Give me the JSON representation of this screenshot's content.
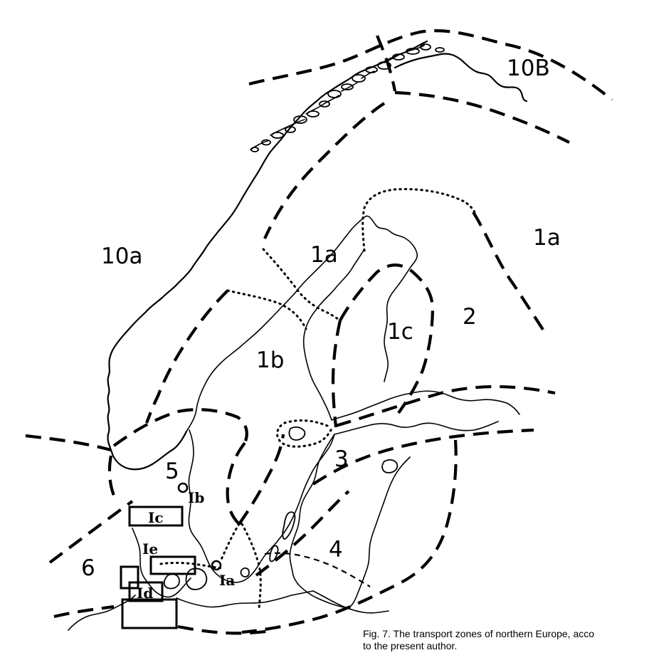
{
  "zone_labels": {
    "z10b": "10B",
    "z10a": "10a",
    "z1a_west": "1a",
    "z1a_east": "1a",
    "z1b": "1b",
    "z1c": "1c",
    "z2": "2",
    "z3": "3",
    "z4": "4",
    "z5": "5",
    "z6": "6"
  },
  "sub_labels": {
    "Ia": "Ia",
    "Ib": "Ib",
    "Ic": "Ic",
    "Id": "Id",
    "Ie": "Ie"
  },
  "caption": {
    "line1": "Fig. 7. The transport zones of northern Europe, acco",
    "line2": "to the present author."
  }
}
